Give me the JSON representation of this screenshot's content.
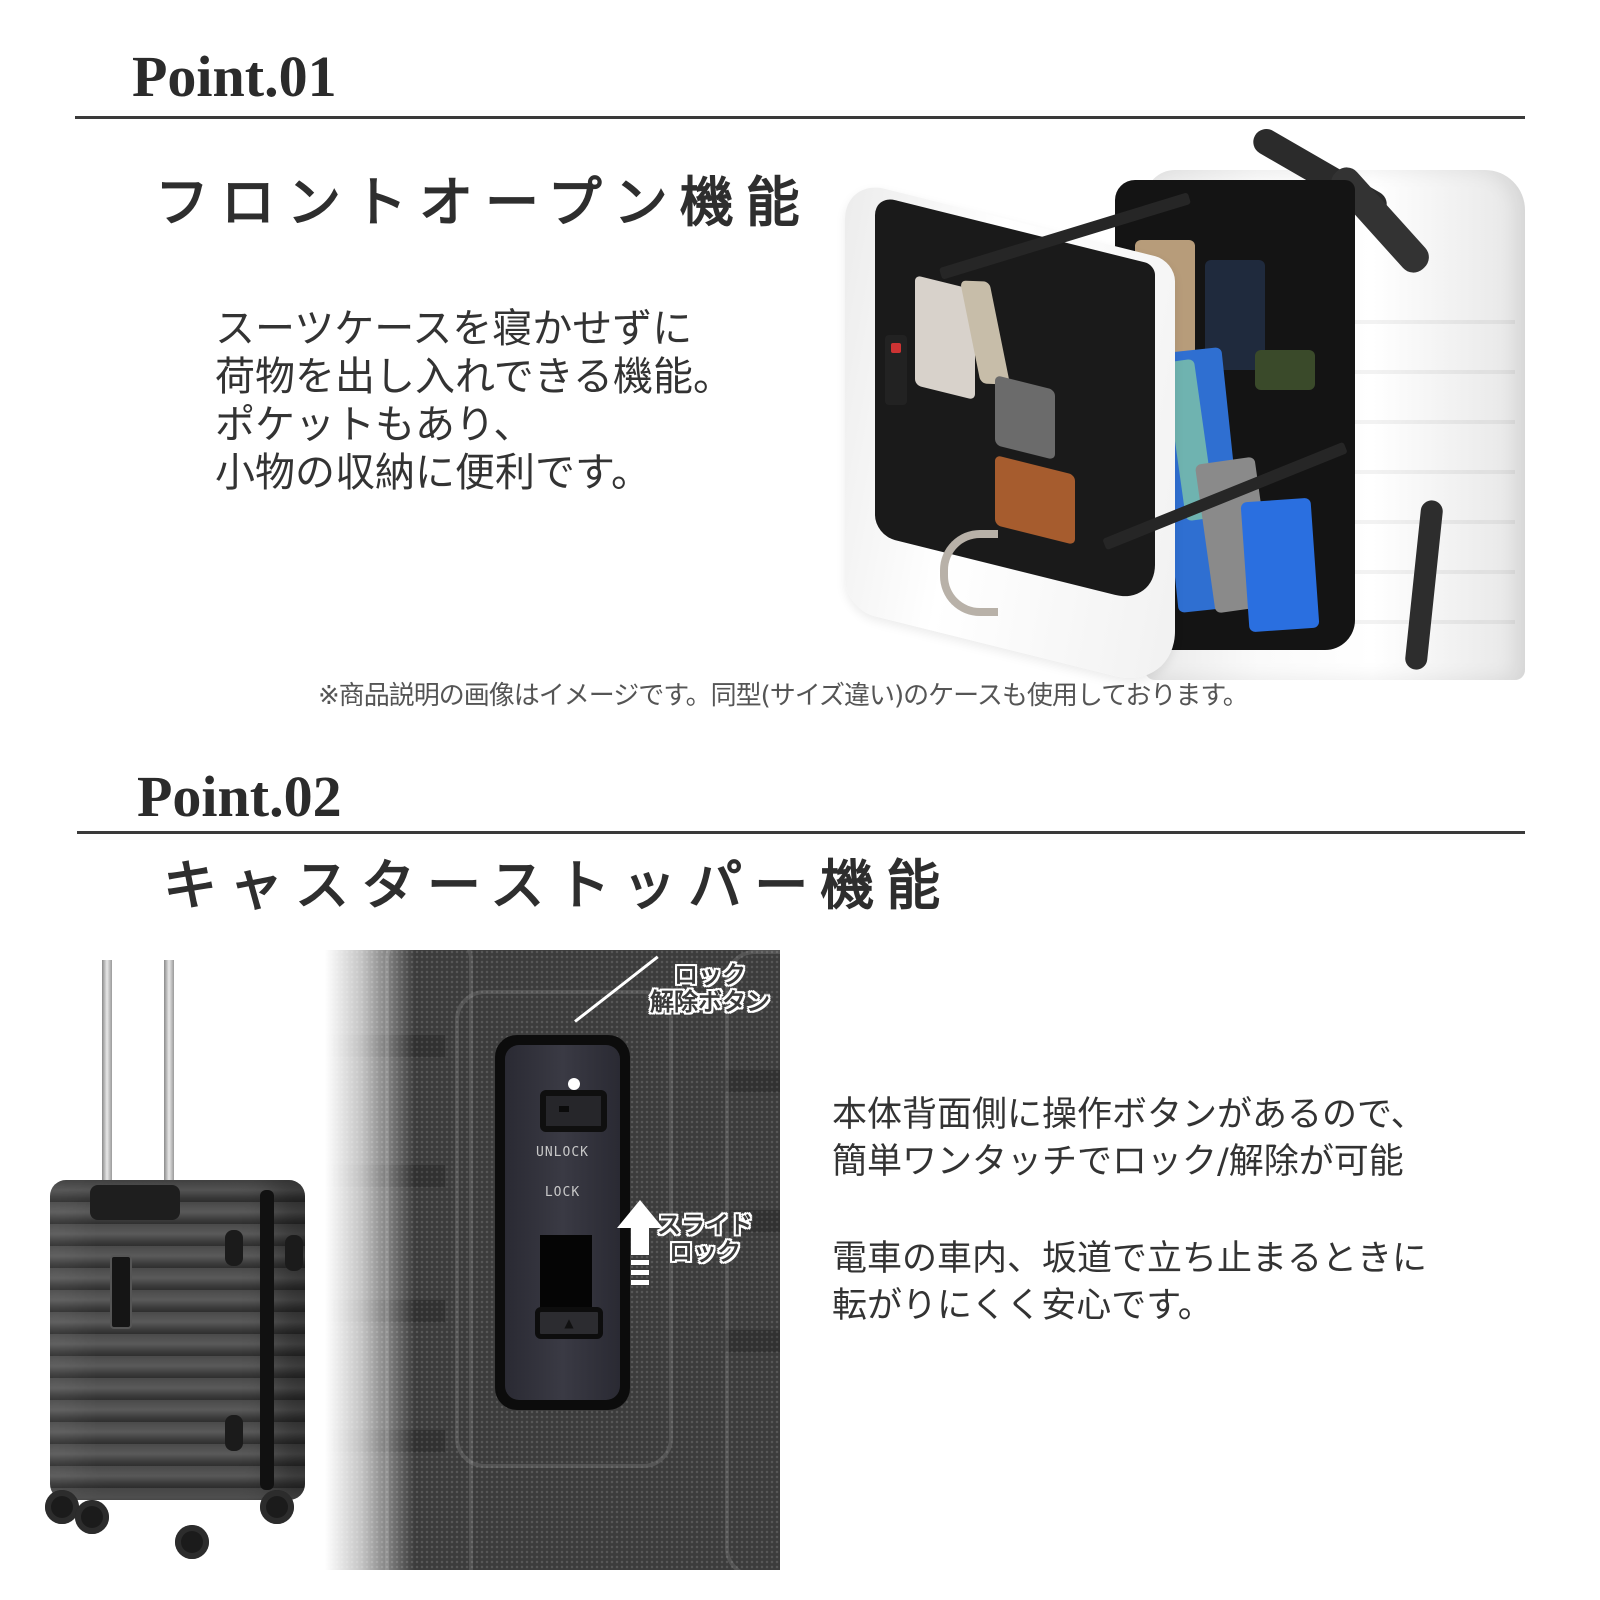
{
  "point1": {
    "heading": "Point.01",
    "feature_title": "フロントオープン機能",
    "description_lines": [
      "スーツケースを寝かせずに",
      "荷物を出し入れできる機能。",
      "ポケットもあり、",
      "小物の収納に便利です。"
    ],
    "image_alt": "white-suitcase-front-open-photo",
    "note": "※商品説明の画像はイメージです。同型(サイズ違い)のケースも使用しております。"
  },
  "point2": {
    "heading": "Point.02",
    "feature_title": "キャスターストッパー機能",
    "callouts": {
      "release_button": [
        "ロック",
        "解除ボタン"
      ],
      "slide_lock": [
        "スライド",
        "ロック"
      ],
      "unlock_label": "UNLOCK",
      "lock_label": "LOCK"
    },
    "paragraph1": [
      "本体背面側に操作ボタンがあるので、",
      "簡単ワンタッチでロック/解除が可能"
    ],
    "paragraph2": [
      "電車の車内、坂道で立ち止まるときに",
      "転がりにくく安心です。"
    ],
    "image_alt_suitcase": "dark-suitcase-back-view-photo",
    "image_alt_closeup": "caster-stopper-closeup-photo"
  },
  "colors": {
    "text": "#333333",
    "divider": "#3a3a3a",
    "background": "#ffffff",
    "suitcase_dark": "#3c3c3c",
    "suitcase_white": "#f4f4f4"
  }
}
